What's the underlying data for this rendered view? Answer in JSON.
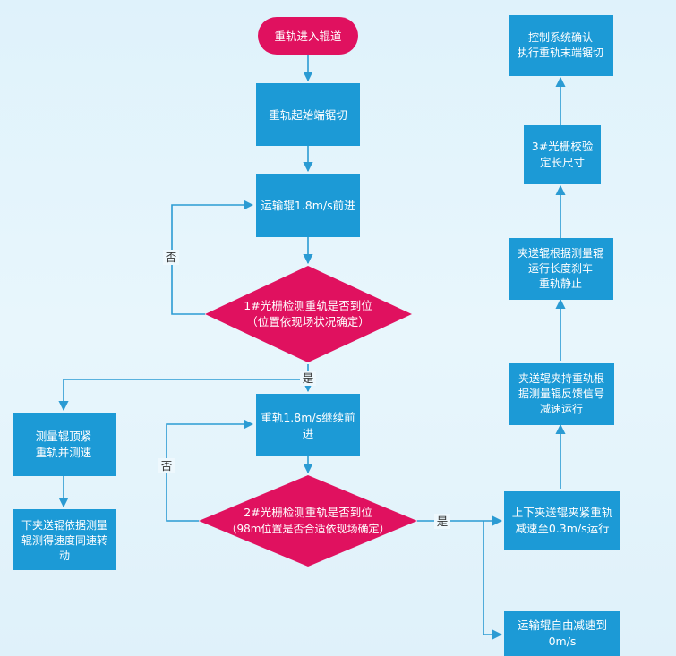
{
  "nodes": {
    "start": "重轨进入辊道",
    "saw_start": "重轨起始端锯切",
    "convey1": "运输辊1.8m/s前进",
    "check1": [
      "1#光栅检测重轨是否到位",
      "（位置依现场状况确定）"
    ],
    "measure": [
      "测量辊顶紧",
      "重轨并测速"
    ],
    "lower_pinch": [
      "下夹送辊依据测量",
      "辊测得速度同速转",
      "动"
    ],
    "continue": [
      "重轨1.8m/s继续前",
      "进"
    ],
    "check2": [
      "2#光栅检测重轨是否到位",
      "（98m位置是否合适依现场确定）"
    ],
    "clamp": [
      "上下夹送辊夹紧重轨",
      "减速至0.3m/s运行"
    ],
    "decel": [
      "运输辊自由减速到",
      "0m/s"
    ],
    "pinch_feedback": [
      "夹送辊夹持重轨根",
      "据测量辊反馈信号",
      "减速运行"
    ],
    "brake": [
      "夹送辊根据测量辊",
      "运行长度刹车",
      "重轨静止"
    ],
    "verify": [
      "3#光栅校验",
      "定长尺寸"
    ],
    "final_cut": [
      "控制系统确认",
      "执行重轨末端锯切"
    ]
  },
  "edge_labels": {
    "no1": "否",
    "yes1": "是",
    "no2": "否",
    "yes2": "是"
  },
  "colors": {
    "process": "#1c9ad6",
    "decision": "#e0115f",
    "connector": "#2b9bd3"
  }
}
